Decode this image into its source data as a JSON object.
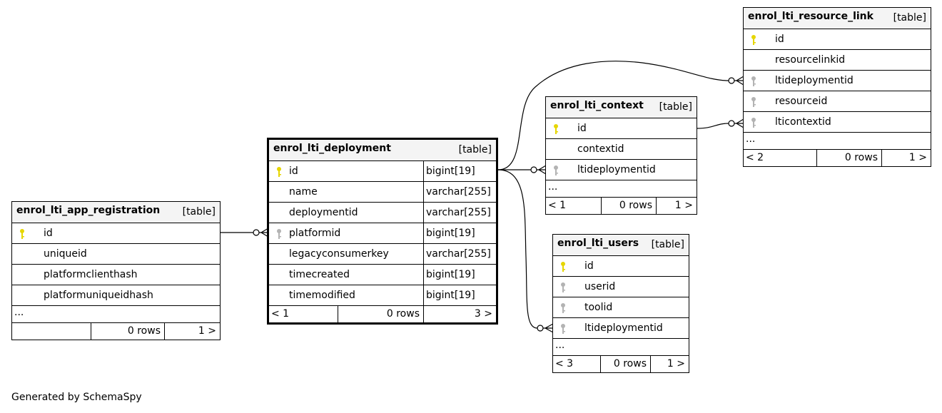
{
  "colors": {
    "primary_key": "#e6d600",
    "foreign_key": "#b3b3b3",
    "header_bg": "#f4f4f4"
  },
  "tables": {
    "app_registration": {
      "name": "enrol_lti_app_registration",
      "type": "[table]",
      "columns": [
        {
          "name": "id",
          "key": "primary-key-icon"
        },
        {
          "name": "uniqueid",
          "key": ""
        },
        {
          "name": "platformclienthash",
          "key": ""
        },
        {
          "name": "platformuniqueidhash",
          "key": ""
        }
      ],
      "ellipsis": "...",
      "footer": {
        "left": "",
        "middle": "0 rows",
        "right": "1 >"
      }
    },
    "deployment": {
      "name": "enrol_lti_deployment",
      "type": "[table]",
      "columns": [
        {
          "name": "id",
          "type": "bigint[19]",
          "key": "primary-key-icon"
        },
        {
          "name": "name",
          "type": "varchar[255]",
          "key": ""
        },
        {
          "name": "deploymentid",
          "type": "varchar[255]",
          "key": ""
        },
        {
          "name": "platformid",
          "type": "bigint[19]",
          "key": "foreign-key-icon"
        },
        {
          "name": "legacyconsumerkey",
          "type": "varchar[255]",
          "key": ""
        },
        {
          "name": "timecreated",
          "type": "bigint[19]",
          "key": ""
        },
        {
          "name": "timemodified",
          "type": "bigint[19]",
          "key": ""
        }
      ],
      "footer": {
        "left": "< 1",
        "middle": "0 rows",
        "right": "3 >"
      }
    },
    "context": {
      "name": "enrol_lti_context",
      "type": "[table]",
      "columns": [
        {
          "name": "id",
          "key": "primary-key-icon"
        },
        {
          "name": "contextid",
          "key": ""
        },
        {
          "name": "ltideploymentid",
          "key": "foreign-key-icon"
        }
      ],
      "ellipsis": "...",
      "footer": {
        "left": "< 1",
        "middle": "0 rows",
        "right": "1 >"
      }
    },
    "resource_link": {
      "name": "enrol_lti_resource_link",
      "type": "[table]",
      "columns": [
        {
          "name": "id",
          "key": "primary-key-icon"
        },
        {
          "name": "resourcelinkid",
          "key": ""
        },
        {
          "name": "ltideploymentid",
          "key": "foreign-key-icon"
        },
        {
          "name": "resourceid",
          "key": "foreign-key-icon"
        },
        {
          "name": "lticontextid",
          "key": "foreign-key-icon"
        }
      ],
      "ellipsis": "...",
      "footer": {
        "left": "< 2",
        "middle": "0 rows",
        "right": "1 >"
      }
    },
    "users": {
      "name": "enrol_lti_users",
      "type": "[table]",
      "columns": [
        {
          "name": "id",
          "key": "primary-key-icon"
        },
        {
          "name": "userid",
          "key": "foreign-key-icon"
        },
        {
          "name": "toolid",
          "key": "foreign-key-icon"
        },
        {
          "name": "ltideploymentid",
          "key": "foreign-key-icon"
        }
      ],
      "ellipsis": "...",
      "footer": {
        "left": "< 3",
        "middle": "0 rows",
        "right": "1 >"
      }
    }
  },
  "credit": "Generated by SchemaSpy"
}
